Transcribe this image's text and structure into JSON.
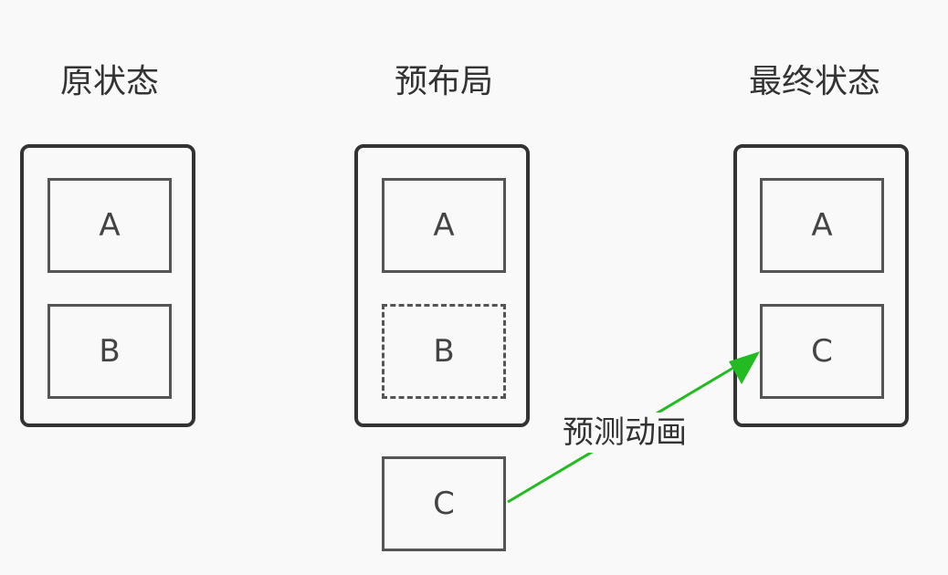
{
  "columns": [
    {
      "title": "原状态",
      "boxes": [
        "A",
        "B"
      ]
    },
    {
      "title": "预布局",
      "boxes": [
        "A",
        "B"
      ]
    },
    {
      "title": "最终状态",
      "boxes": [
        "A",
        "C"
      ]
    }
  ],
  "external_box": "C",
  "arrow": {
    "label": "预测动画",
    "color": "#22bb22"
  }
}
